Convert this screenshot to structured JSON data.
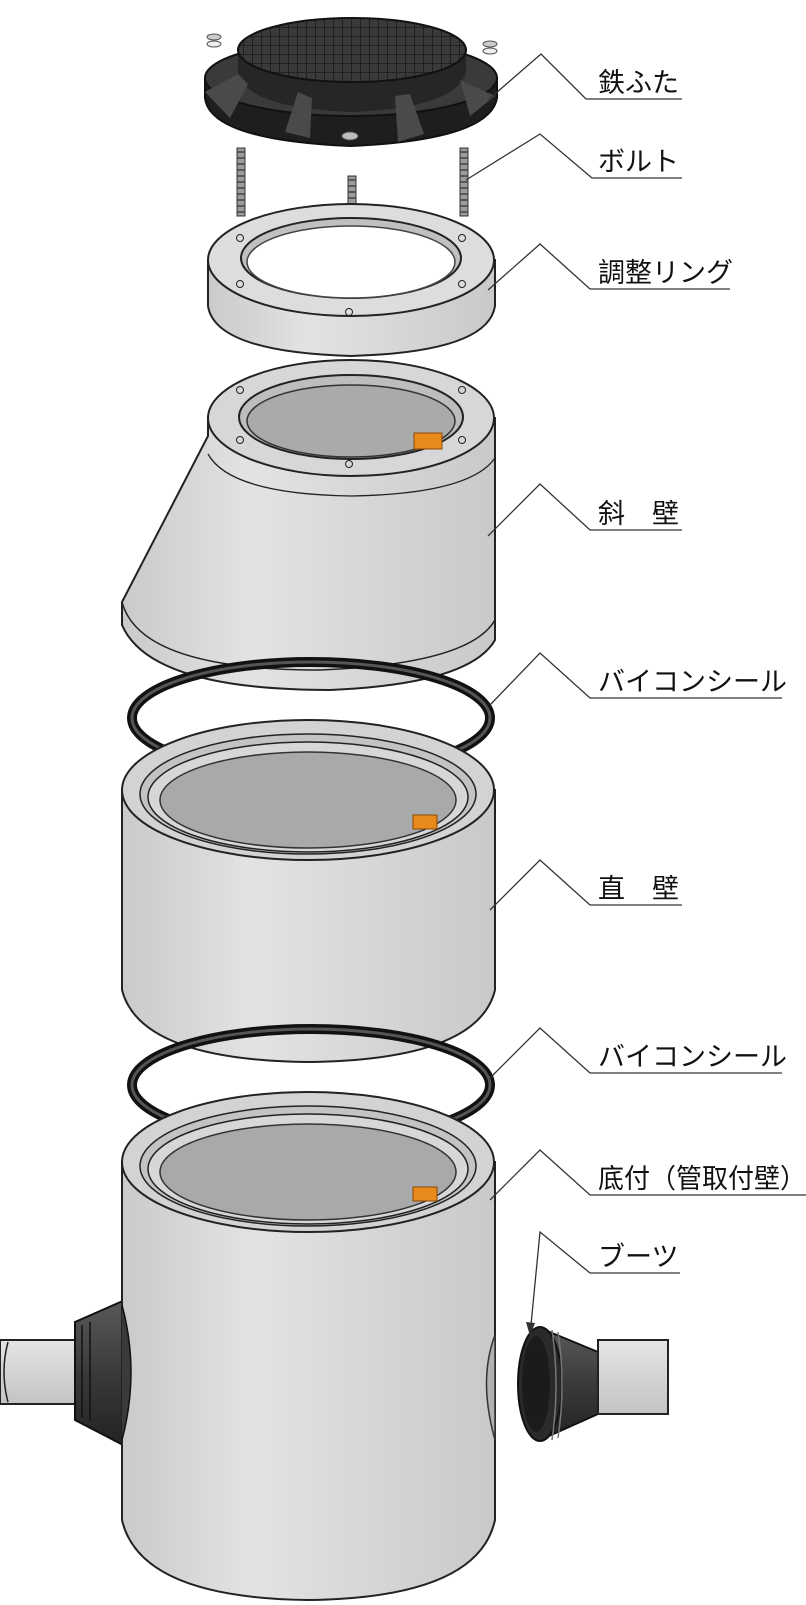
{
  "labels": {
    "iron_lid": "鉄ふた",
    "bolt": "ボルト",
    "adjust_ring": "調整リング",
    "slant_wall": "斜　壁",
    "seal_1": "バイコンシール",
    "straight_wall": "直　壁",
    "seal_2": "バイコンシール",
    "base_wall": "底付（管取付壁）",
    "boot": "ブーツ"
  },
  "colors": {
    "concrete": "#d4d5d7",
    "concrete_light": "#e6e7e8",
    "concrete_dark": "#b6b8bb",
    "rubber": "#2b2b2b",
    "rubber_mid": "#4d4d4d",
    "iron": "#2f2f2f",
    "accent_orange": "#e8891c",
    "line": "#222222"
  }
}
